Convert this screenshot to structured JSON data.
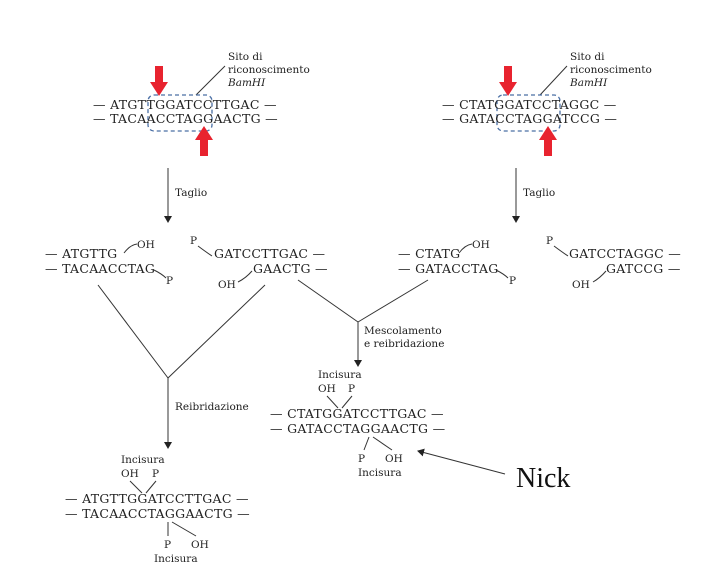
{
  "left": {
    "site_label": [
      "Sito di",
      "riconoscimento"
    ],
    "site_enzyme": "BamHI",
    "top_strand": "— ATGTTGGATCCTTGAC —",
    "bottom_strand": "— TACAACCTAGGAACTG —",
    "cut_label": "Taglio",
    "frag_a_top": "— ATGTTG",
    "frag_a_bottom": "— TACAACCTAG",
    "frag_b_top": "GATCCTTGAC —",
    "frag_b_bottom": "GAACTG —"
  },
  "right": {
    "site_label": [
      "Sito di",
      "riconoscimento"
    ],
    "site_enzyme": "BamHI",
    "top_strand": "— CTATGGATCCTAGGC —",
    "bottom_strand": "— GATACCTAGGATCCG —",
    "cut_label": "Taglio",
    "frag_a_top": "— CTATG",
    "frag_a_bottom": "— GATACCTAG",
    "frag_b_top": "GATCCTAGGC —",
    "frag_b_bottom": "GATCCG —"
  },
  "groups": {
    "oh": "OH",
    "p": "P"
  },
  "reanneal": {
    "label": "Reibridazione",
    "nick_label": "Incisura",
    "top_strand": "— ATGTTGGATCCTTGAC —",
    "bottom_strand": "— TACAACCTAGGAACTG —"
  },
  "mix": {
    "label": [
      "Mescolamento",
      "e reibridazione"
    ],
    "nick_label": "Incisura",
    "top_strand": "— CTATGGATCCTTGAC —",
    "bottom_strand": "— GATACCTAGGAACTG —"
  },
  "annotation": {
    "nick": "Nick"
  },
  "colors": {
    "cut_arrow": "#e8232f",
    "site_box": "#4a6fa5"
  }
}
